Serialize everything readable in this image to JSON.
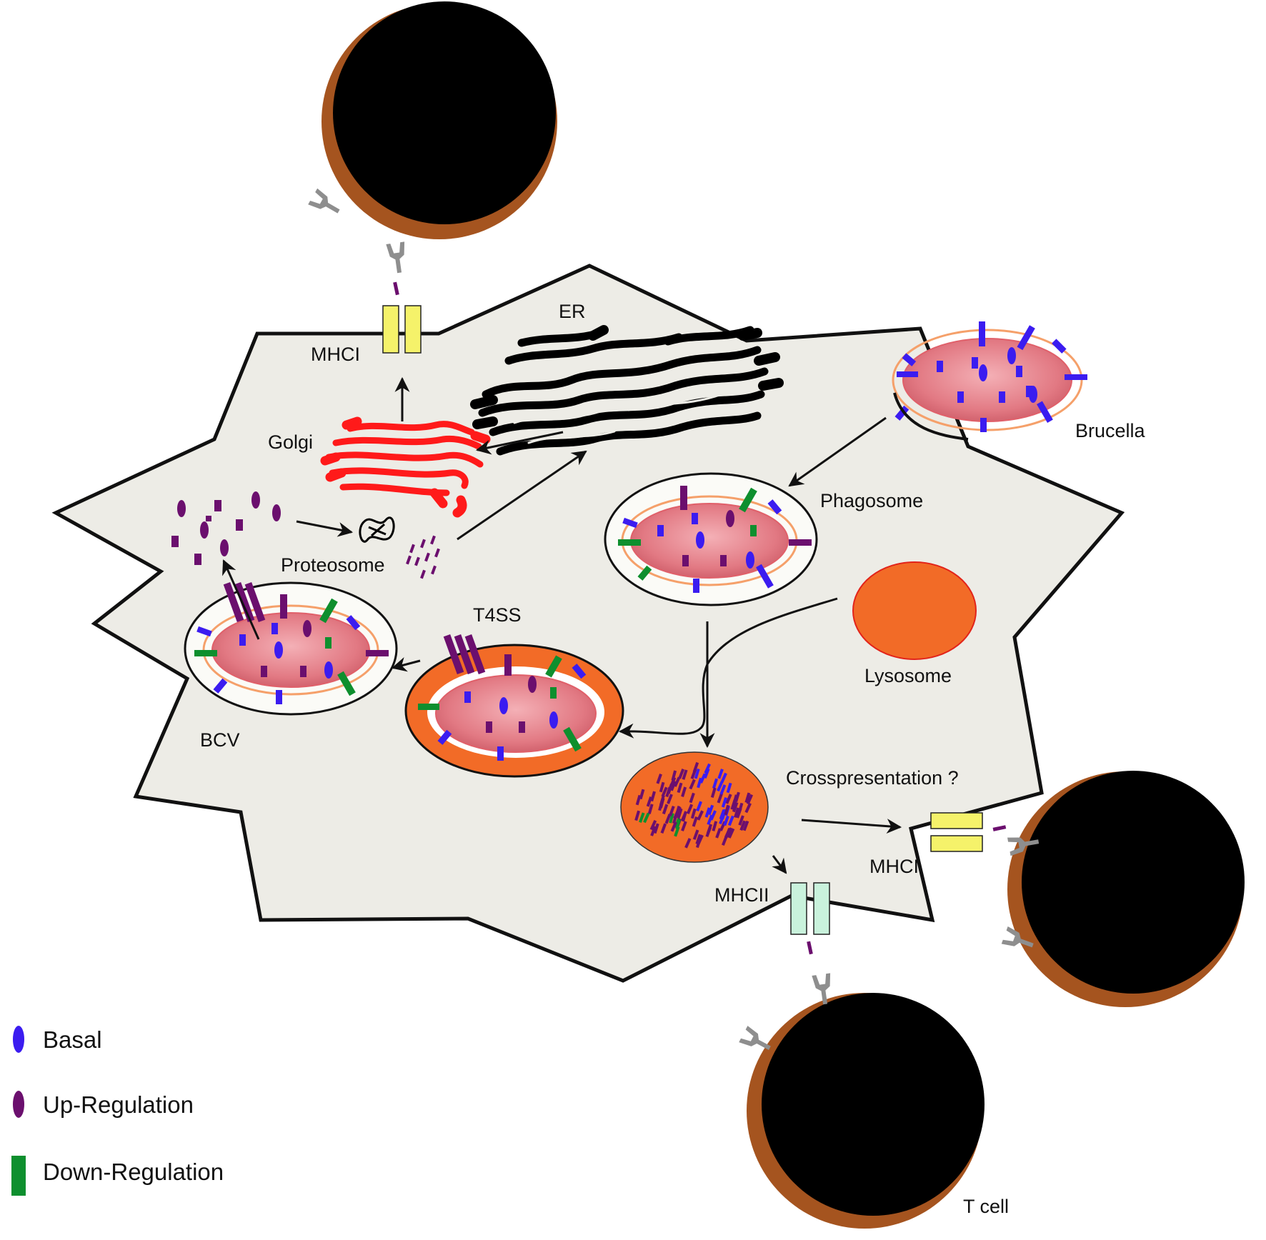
{
  "labels": {
    "er": "ER",
    "mhci_top": "MHCI",
    "golgi": "Golgi",
    "brucella": "Brucella",
    "phagosome": "Phagosome",
    "proteosome": "Proteosome",
    "t4ss": "T4SS",
    "lysosome": "Lysosome",
    "bcv": "BCV",
    "crosspresentation": "Crosspresentation ?",
    "mhci_right": "MHCI",
    "mhcii": "MHCII",
    "t_cell": "T cell"
  },
  "legend": {
    "basal": "Basal",
    "up_regulation": "Up-Regulation",
    "down_regulation": "Down-Regulation"
  },
  "colors": {
    "basal": "#3b1cf0",
    "up_regulation": "#6b0f6e",
    "down_regulation": "#0e8f2e",
    "cell_fill": "#edece6",
    "golgi": "#ff1a1a",
    "lysosome": "#f26b27",
    "bacterium": "#e47d85",
    "mhci": "#f5f26a",
    "mhcii": "#c9f2dc",
    "t_cell_rim": "#a5541f"
  }
}
